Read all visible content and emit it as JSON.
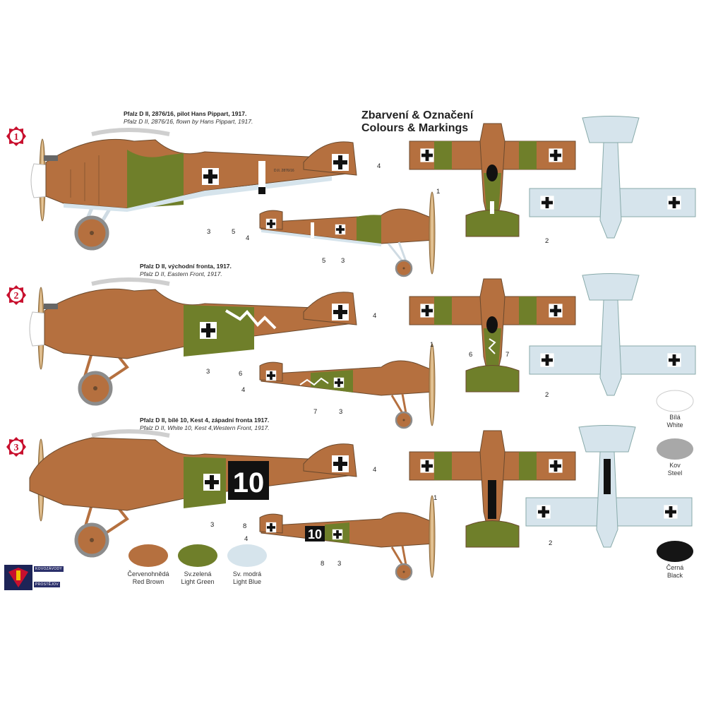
{
  "header": {
    "title_cz": "Zbarvení & Označení",
    "title_en": "Colours & Markings"
  },
  "variants": [
    {
      "badge": "1",
      "caption_cz": "Pfalz D II, 2876/16, pilot Hans Pippart, 1917.",
      "caption_en": "Pfalz D II, 2876/16, flown by Hans Pippart, 1917.",
      "serial": "D.II. 2876/16"
    },
    {
      "badge": "2",
      "caption_cz": "Pfalz D II, východní fronta, 1917.",
      "caption_en": "Pfalz D II, Eastern Front, 1917."
    },
    {
      "badge": "3",
      "caption_cz": "Pfalz D II, bílé 10, Kest 4, západní fronta 1917.",
      "caption_en": "Pfalz D II, White 10, Kest 4,Western Front, 1917.",
      "fuselage_number": "10"
    }
  ],
  "callouts": {
    "v1_side_big": [
      "3",
      "5",
      "4"
    ],
    "v1_side_small": [
      "4",
      "5",
      "3"
    ],
    "v1_top": [
      "1"
    ],
    "v1_bottom": [
      "2"
    ],
    "v2_side_big": [
      "3",
      "6",
      "4"
    ],
    "v2_side_small": [
      "4",
      "7",
      "3"
    ],
    "v2_top": [
      "1",
      "6",
      "7"
    ],
    "v2_bottom": [
      "2"
    ],
    "v3_side_big": [
      "3",
      "8",
      "4"
    ],
    "v3_side_small": [
      "4",
      "8",
      "3"
    ],
    "v3_top": [
      "1"
    ],
    "v3_bottom": [
      "2"
    ]
  },
  "colours": [
    {
      "cz": "Červenohnědá",
      "en": "Red Brown",
      "hex": "#b5703f"
    },
    {
      "cz": "Sv.zelená",
      "en": "Light Green",
      "hex": "#6f7f2a"
    },
    {
      "cz": "Sv. modrá",
      "en": "Light Blue",
      "hex": "#d6e4ec"
    },
    {
      "cz": "Bílá",
      "en": "White",
      "hex": "#ffffff"
    },
    {
      "cz": "Kov",
      "en": "Steel",
      "hex": "#a8a8a8"
    },
    {
      "cz": "Černá",
      "en": "Black",
      "hex": "#151515"
    }
  ],
  "logo": {
    "line1": "KOVOZÁVODY",
    "line2": "PROSTĚJOV"
  },
  "icons": [
    "balkenkreuz-icon",
    "variant-badge-icon"
  ]
}
